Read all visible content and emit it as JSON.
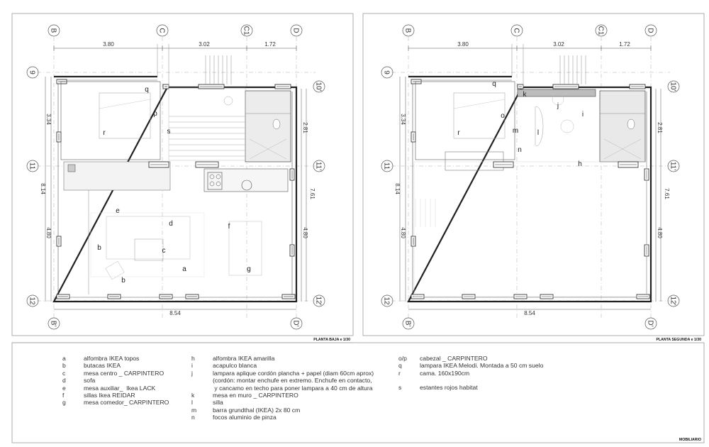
{
  "plans": [
    {
      "title": "PLANTA BAJA e 1/30",
      "grid_top": [
        "B",
        "C",
        "C1",
        "D"
      ],
      "grid_bottom": [
        "B'",
        "D'"
      ],
      "grid_left": [
        "9",
        "11",
        "12"
      ],
      "grid_right": [
        "10'",
        "11'",
        "12'"
      ],
      "dims_top": [
        "3.80",
        "3.02",
        "1.72"
      ],
      "dim_bottom": "8.54",
      "dims_left": [
        "3.34",
        "8.14",
        "4.80"
      ],
      "dims_right": [
        "2.81",
        "7.61",
        "4.80"
      ],
      "labels": [
        "q",
        "p",
        "r",
        "s",
        "e",
        "d",
        "f",
        "b",
        "c",
        "g",
        "a",
        "b"
      ]
    },
    {
      "title": "PLANTA SEGUNDA e 1/30",
      "grid_top": [
        "B",
        "C",
        "C1",
        "D"
      ],
      "grid_bottom": [
        "B'",
        "D'"
      ],
      "grid_left": [
        "9",
        "11",
        "12"
      ],
      "grid_right": [
        "10'",
        "11'",
        "12'"
      ],
      "dims_top": [
        "3.80",
        "3.02",
        "1.72"
      ],
      "dim_bottom": "8.54",
      "dims_left": [
        "3.34",
        "8.14",
        "4.80"
      ],
      "dims_right": [
        "2.81",
        "7.61",
        "4.80"
      ],
      "labels": [
        "q",
        "k",
        "j",
        "o",
        "i",
        "r",
        "m",
        "l",
        "n",
        "h"
      ]
    }
  ],
  "legend": {
    "col1": [
      {
        "key": "a",
        "text": "alfombra IKEA topos"
      },
      {
        "key": "b",
        "text": "butacas IKEA"
      },
      {
        "key": "c",
        "text": "mesa centro _ CARPINTERO"
      },
      {
        "key": "d",
        "text": "sofa"
      },
      {
        "key": "e",
        "text": "mesa auxiliar_  Ikea LACK"
      },
      {
        "key": "f",
        "text": "sillas Ikea REIDAR"
      },
      {
        "key": "g",
        "text": "mesa comedor_ CARPINTERO"
      }
    ],
    "col2": [
      {
        "key": "h",
        "text": "alfombra IKEA amarilla"
      },
      {
        "key": "i",
        "text": "acapulco blanca"
      },
      {
        "key": "j",
        "text": "lampara aplique cordón plancha + papel (diam 60cm aprox)\n(cordón: montar enchufe en extremo. Enchufe en contacto,\n y cancamo en techo para poner lampara a 40 cm de altura"
      },
      {
        "key": "k",
        "text": "mesa en muro _ CARPINTERO"
      },
      {
        "key": "l",
        "text": "silla"
      },
      {
        "key": "m",
        "text": "barra grundthal (IKEA) 2x 80 cm"
      },
      {
        "key": "n",
        "text": "focos aluminio de pinza"
      }
    ],
    "col3": [
      {
        "key": "o/p",
        "text": "cabezal _ CARPINTERO"
      },
      {
        "key": "q",
        "text": "lampara IKEA Melodi. Montada a 50 cm suelo"
      },
      {
        "key": "r",
        "text": "cama. 160x190cm"
      },
      {
        "key": "",
        "text": ""
      },
      {
        "key": "s",
        "text": "estantes rojos habitat"
      }
    ]
  },
  "sheet_title": "MOBILIARIO"
}
